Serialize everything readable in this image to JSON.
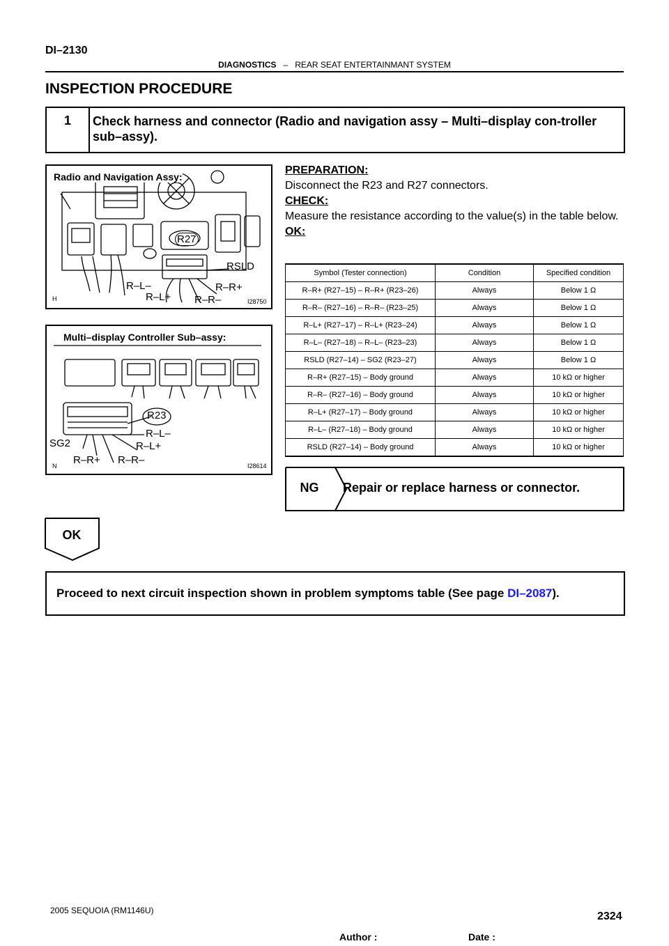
{
  "header": {
    "code": "DI–2130",
    "section": "DIAGNOSTICS",
    "separator": "–",
    "subsection": "REAR SEAT ENTERTAINMANT SYSTEM"
  },
  "title": "INSPECTION PROCEDURE",
  "step": {
    "number": "1",
    "text": "Check harness and connector (Radio and navigation assy – Multi–display con-troller sub–assy)."
  },
  "figure1": {
    "title": "Radio and Navigation Assy:",
    "code": "I28750",
    "corner": "H",
    "labels": {
      "r27": "R27",
      "rsld": "RSLD",
      "rl_minus": "R–L–",
      "rl_plus": "R–L+",
      "rr_minus": "R–R–",
      "rr_plus": "R–R+"
    }
  },
  "figure2": {
    "title": "Multi–display  Controller Sub–assy:",
    "code": "I28614",
    "corner": "N",
    "labels": {
      "r23": "R23",
      "rl_minus": "R–L–",
      "rl_plus": "R–L+",
      "sg2": "SG2",
      "rr_plus": "R–R+",
      "rr_minus": "R–R–"
    }
  },
  "procedure": {
    "prep_heading": "PREPARATION:",
    "prep_text": "Disconnect the R23 and R27 connectors.",
    "check_heading": "CHECK:",
    "check_text": "Measure the resistance according to the value(s) in the table below.",
    "ok_heading": "OK:"
  },
  "table": {
    "headers": [
      "Symbol (Tester connection)",
      "Condition",
      "Specified condition"
    ],
    "rows": [
      [
        "R–R+ (R27–15) – R–R+ (R23–26)",
        "Always",
        "Below 1 Ω"
      ],
      [
        "R–R– (R27–16) – R–R– (R23–25)",
        "Always",
        "Below 1 Ω"
      ],
      [
        "R–L+ (R27–17) – R–L+ (R23–24)",
        "Always",
        "Below 1 Ω"
      ],
      [
        "R–L– (R27–18) – R–L– (R23–23)",
        "Always",
        "Below 1 Ω"
      ],
      [
        "RSLD (R27–14) – SG2 (R23–27)",
        "Always",
        "Below 1 Ω"
      ],
      [
        "R–R+ (R27–15) – Body ground",
        "Always",
        "10 kΩ or higher"
      ],
      [
        "R–R– (R27–16) – Body ground",
        "Always",
        "10 kΩ or higher"
      ],
      [
        "R–L+ (R27–17) – Body ground",
        "Always",
        "10 kΩ or higher"
      ],
      [
        "R–L– (R27–18) – Body ground",
        "Always",
        "10 kΩ or higher"
      ],
      [
        "RSLD (R27–14) – Body ground",
        "Always",
        "10 kΩ or higher"
      ]
    ]
  },
  "ng": {
    "label": "NG",
    "action": "Repair or replace harness or connector."
  },
  "ok": {
    "label": "OK"
  },
  "proceed": {
    "text": "Proceed to next circuit inspection shown in problem symptoms table (See page ",
    "link": "DI–2087",
    "end": ")."
  },
  "footer": {
    "model": "2005 SEQUOIA   (RM1146U)",
    "author": "Author :",
    "date": "Date :",
    "page": "2324"
  }
}
